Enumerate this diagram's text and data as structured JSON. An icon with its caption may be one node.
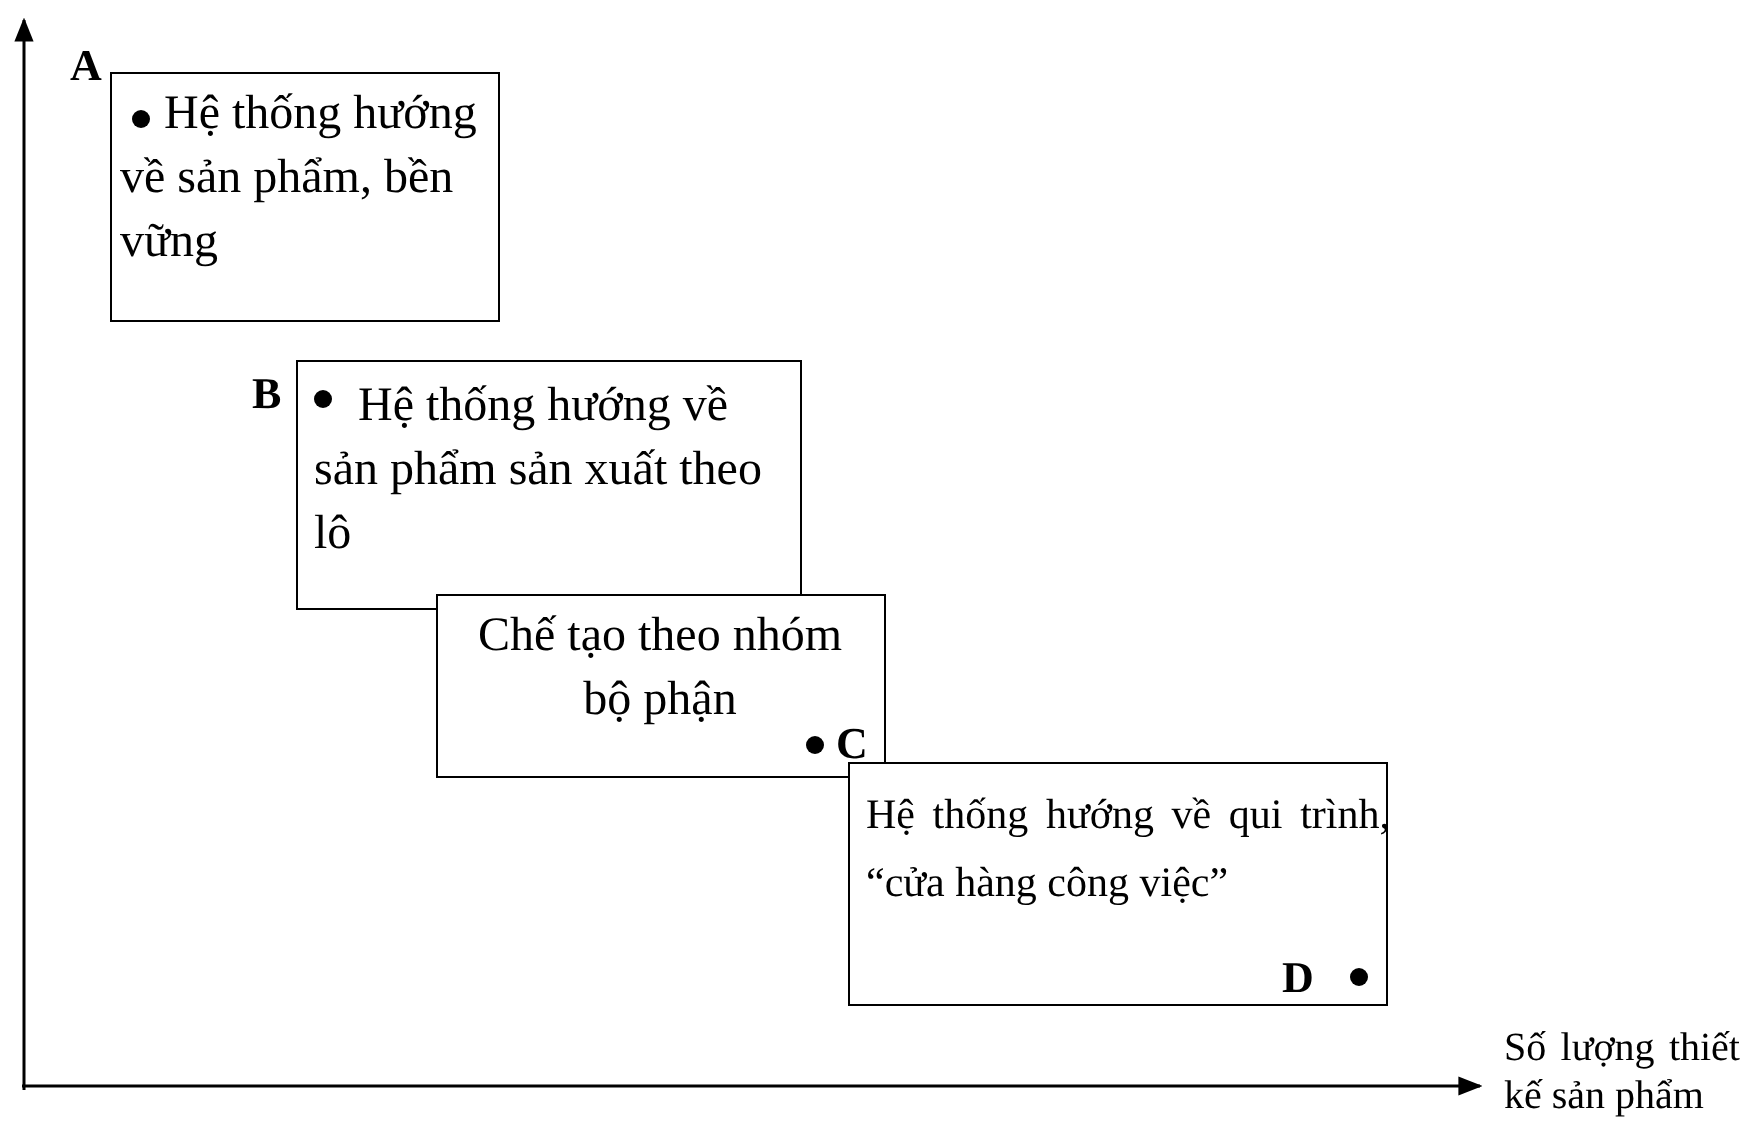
{
  "diagram": {
    "nodes": [
      {
        "text": [
          "Hệ thống hướng về sản phẩm, bền vững"
        ],
        "beside": [
          "A"
        ]
      },
      {
        "text": [
          "Hệ thống hướng về sản phẩm sản xuất theo lô"
        ],
        "beside": [
          "B"
        ]
      },
      {
        "text": [
          "Chế tạo theo nhóm bộ phận",
          "C"
        ]
      },
      {
        "text": [
          "Hệ thống hướng về qui trình, “cửa hàng công việc”",
          "D"
        ]
      }
    ],
    "edges": [],
    "labels": [
      "Số lượng thiết kế sản phẩm"
    ]
  }
}
